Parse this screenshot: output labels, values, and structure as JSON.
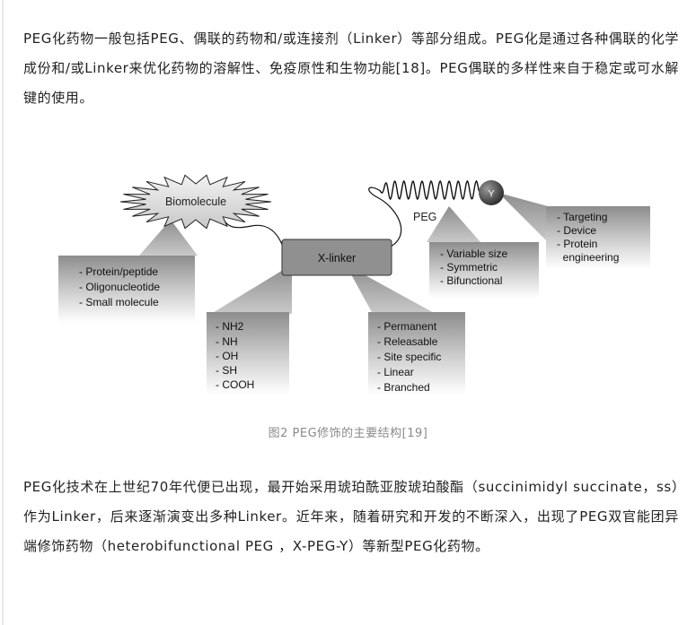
{
  "paragraphs": {
    "intro": "PEG化药物一般包括PEG、偶联的药物和/或连接剂（Linker）等部分组成。PEG化是通过各种偶联的化学成份和/或Linker来优化药物的溶解性、免疫原性和生物功能[18]。PEG偶联的多样性来自于稳定或可水解键的使用。",
    "history": "PEG化技术在上世纪70年代便已出现，最开始采用琥珀酰亚胺琥珀酸酯（succinimidyl succinate，ss）作为Linker，后来逐渐演变出多种Linker。近年来，随着研究和开发的不断深入，出现了PEG双官能团异端修饰药物（heterobifunctional PEG ，X-PEG-Y）等新型PEG化药物。"
  },
  "figure": {
    "caption": "图2 PEG修饰的主要结构[19]",
    "biomolecule_label": "Biomolecule",
    "xlinker_label": "X-linker",
    "peg_label": "PEG",
    "y_label": "Y",
    "biomolecule_items": [
      "- Protein/peptide",
      "- Oligonucleotide",
      "- Small molecule"
    ],
    "xgroup_items": [
      "- NH2",
      "- NH",
      "- OH",
      "- SH",
      "- COOH"
    ],
    "linkage_items": [
      "- Permanent",
      "- Releasable",
      "- Site specific",
      "- Linear",
      "- Branched"
    ],
    "peg_items": [
      "- Variable size",
      "- Symmetric",
      "- Bifunctional"
    ],
    "y_items": [
      "- Targeting",
      "- Device",
      "- Protein",
      "  engineering"
    ]
  }
}
